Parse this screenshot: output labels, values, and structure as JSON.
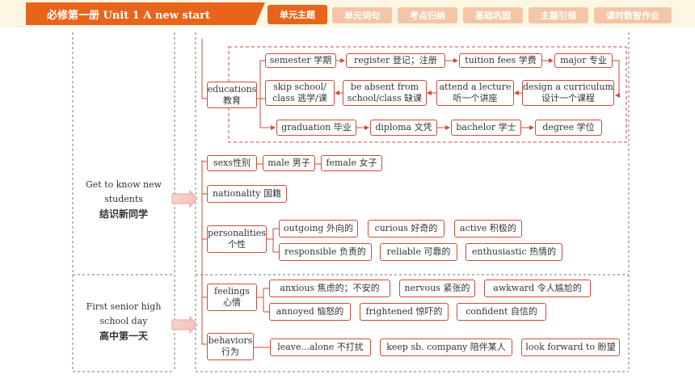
{
  "header": {
    "title": "必修第一册 Unit 1 A new start",
    "tabs": [
      "单元主题",
      "单元词句",
      "考点归纳",
      "基础巩固",
      "主题引领",
      "课时数智作业"
    ]
  },
  "colors": {
    "accent": "#e8641b",
    "line": "#d04a3a",
    "tab_inactive": "#f2c6a6"
  },
  "topics": [
    {
      "line1": "Get to know new",
      "line2": "students",
      "zh": "结识新同学"
    },
    {
      "line1": "First senior high",
      "line2": "school day",
      "zh": "高中第一天"
    }
  ],
  "educations": {
    "root": [
      "educations",
      "教育"
    ],
    "row1": [
      [
        "semester 学期"
      ],
      [
        "register 登记；注册"
      ],
      [
        "tuition fees 学费"
      ],
      [
        "major 专业"
      ]
    ],
    "row2": [
      [
        "skip school/",
        "class 逃学/课"
      ],
      [
        "be absent from",
        "school/class 缺课"
      ],
      [
        "attend a lecture",
        "听一个讲座"
      ],
      [
        "design a curriculum",
        "设计一个课程"
      ]
    ],
    "row3": [
      [
        "graduation 毕业"
      ],
      [
        "diploma 文凭"
      ],
      [
        "bachelor 学士"
      ],
      [
        "degree 学位"
      ]
    ]
  },
  "sexs": {
    "root": [
      "sexs性别"
    ],
    "items": [
      [
        "male 男子"
      ],
      [
        "female 女子"
      ]
    ]
  },
  "nationality": {
    "root": [
      "nationality 国籍"
    ]
  },
  "personalities": {
    "root": [
      "personalities",
      "个性"
    ],
    "row1": [
      [
        "outgoing 外向的"
      ],
      [
        "curious 好奇的"
      ],
      [
        "active 积极的"
      ]
    ],
    "row2": [
      [
        "responsible 负责的"
      ],
      [
        "reliable 可靠的"
      ],
      [
        "enthusiastic 热情的"
      ]
    ]
  },
  "feelings": {
    "root": [
      "feelings",
      "心情"
    ],
    "row1": [
      [
        "anxious 焦虑的；不安的"
      ],
      [
        "nervous 紧张的"
      ],
      [
        "awkward 令人尴尬的"
      ]
    ],
    "row2": [
      [
        "annoyed 恼怒的"
      ],
      [
        "frightened 惊吓的"
      ],
      [
        "confident 自信的"
      ]
    ]
  },
  "behaviors": {
    "root": [
      "behaviors",
      "行为"
    ],
    "items": [
      [
        "leave...alone 不打扰"
      ],
      [
        "keep sb. company 陪伴某人"
      ],
      [
        "look forward to 盼望"
      ]
    ]
  }
}
